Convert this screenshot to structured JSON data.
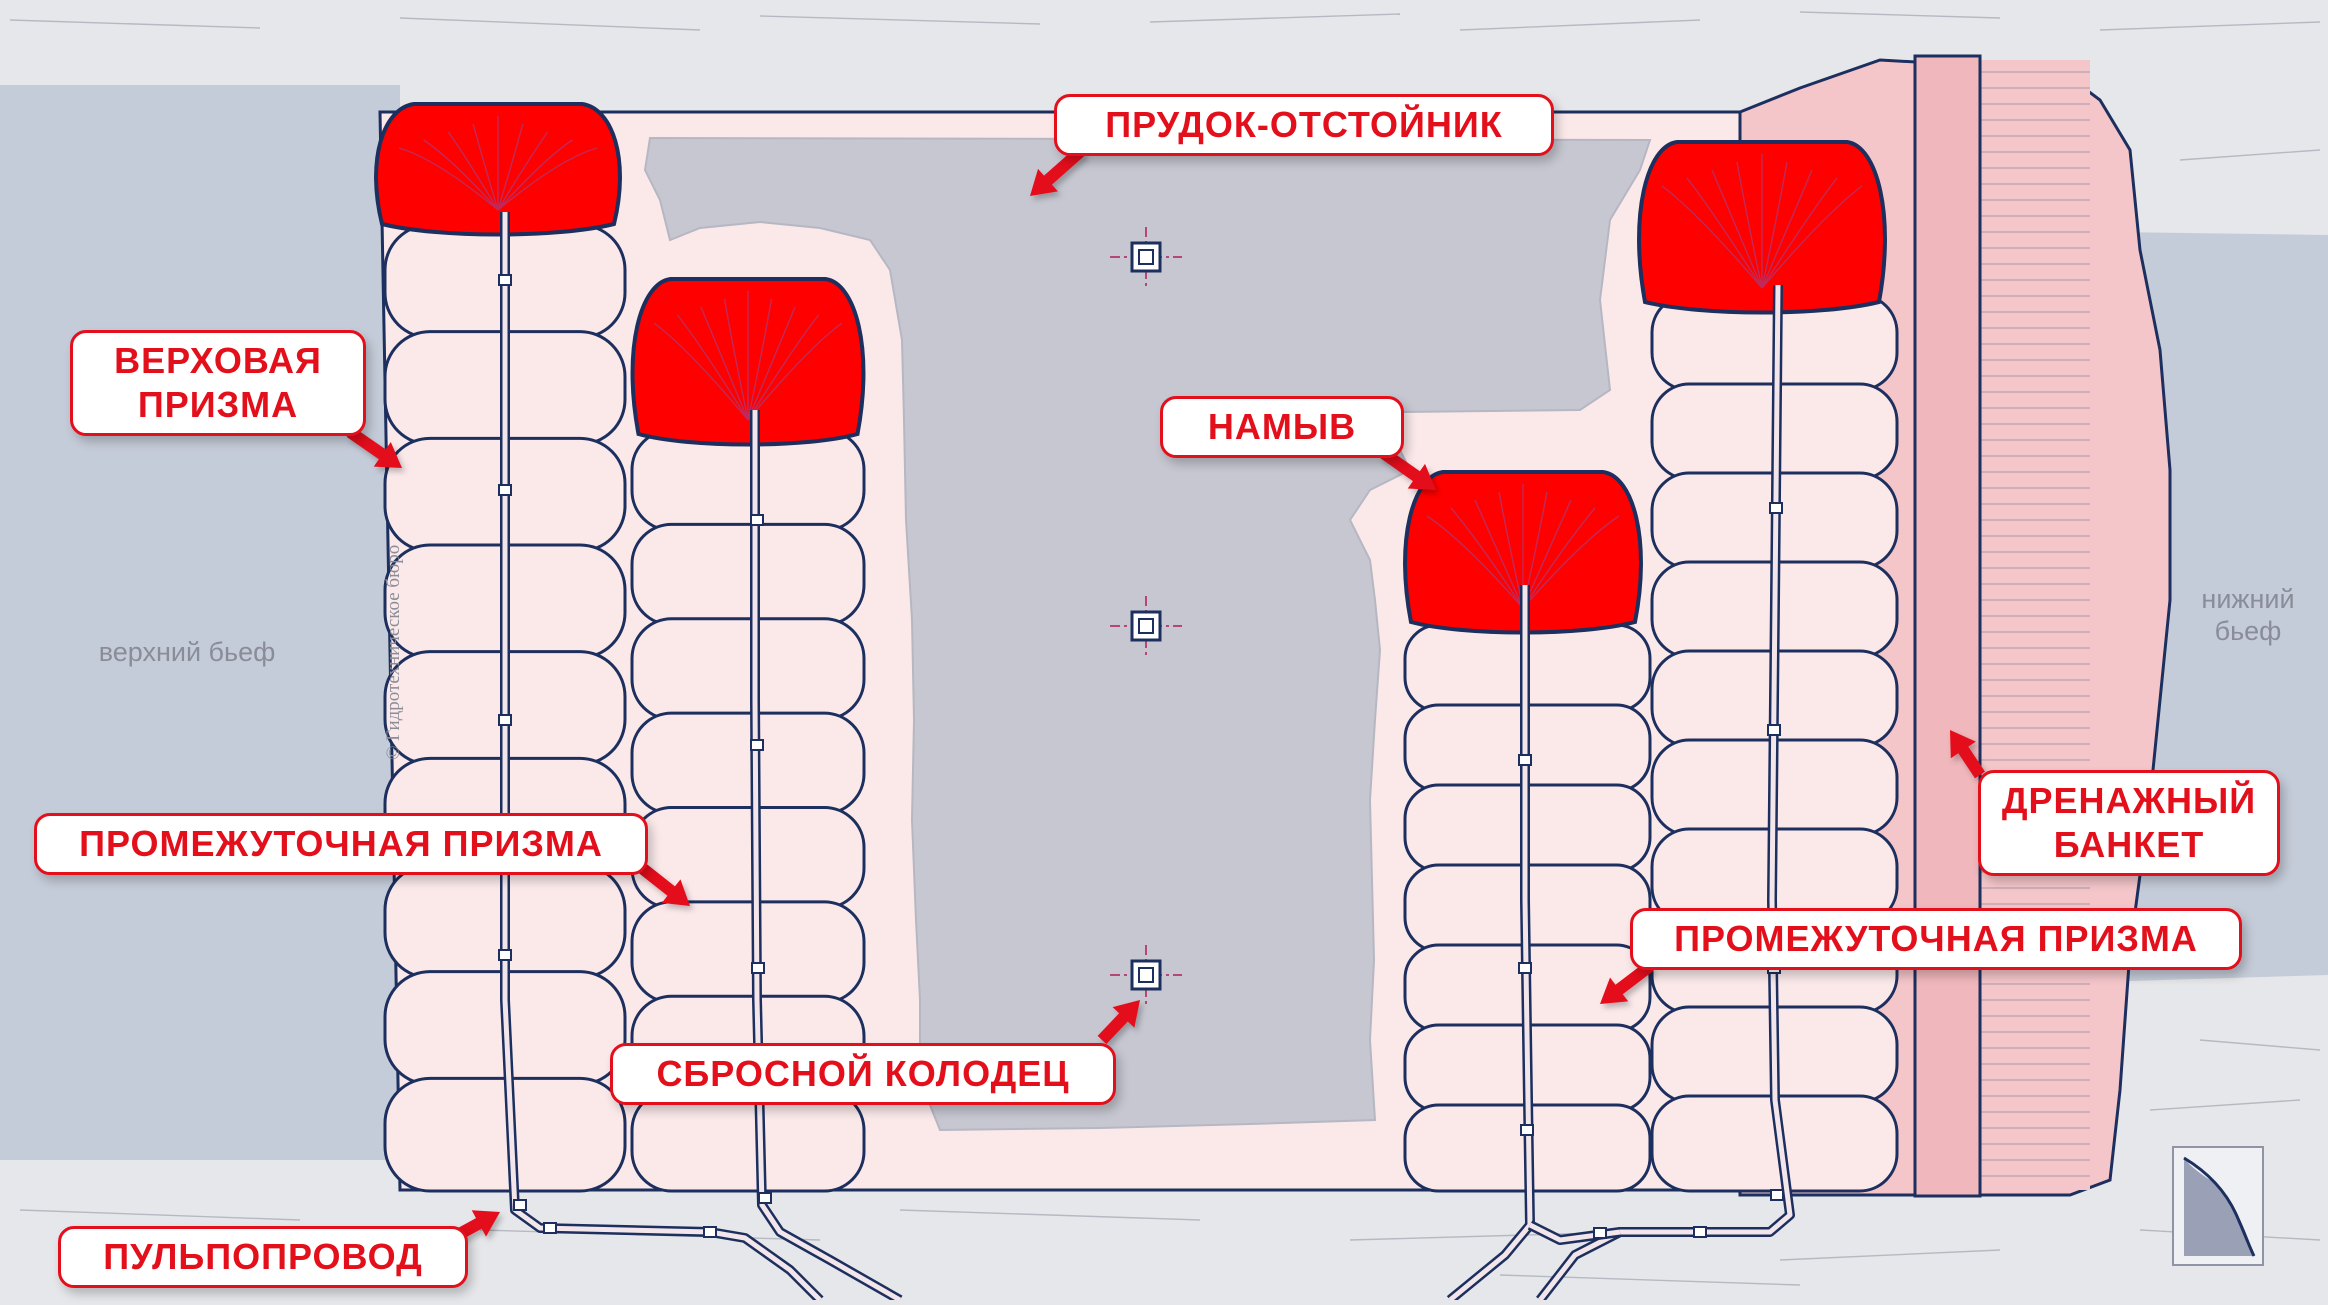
{
  "labels": {
    "pond": "ПРУДОК-ОТСТОЙНИК",
    "upstream_prism": "ВЕРХОВАЯ\nПРИЗМА",
    "intermediate_prism_left": "ПРОМЕЖУТОЧНАЯ ПРИЗМА",
    "intermediate_prism_right": "ПРОМЕЖУТОЧНАЯ ПРИЗМА",
    "alluvium": "НАМЫВ",
    "drainage_bank": "ДРЕНАЖНЫЙ\nБАНКЕТ",
    "spillway_well": "СБРОСНОЙ КОЛОДЕЦ",
    "pulp_pipe": "ПУЛЬПОПРОВОД"
  },
  "water_labels": {
    "upper_pool": "верхний бьеф",
    "lower_pool": "нижний\nбьеф"
  },
  "copyright": "© Гидротехническое бюро",
  "colors": {
    "accent_red": "#e3101c",
    "dome_red": "#ff0000",
    "outline_navy": "#1c2f5e",
    "prism_fill": "#fbe9ea",
    "pond_gray": "#c6c7d1",
    "water_blue": "#c5ccd9",
    "drain_pink": "#f4c6ca"
  }
}
